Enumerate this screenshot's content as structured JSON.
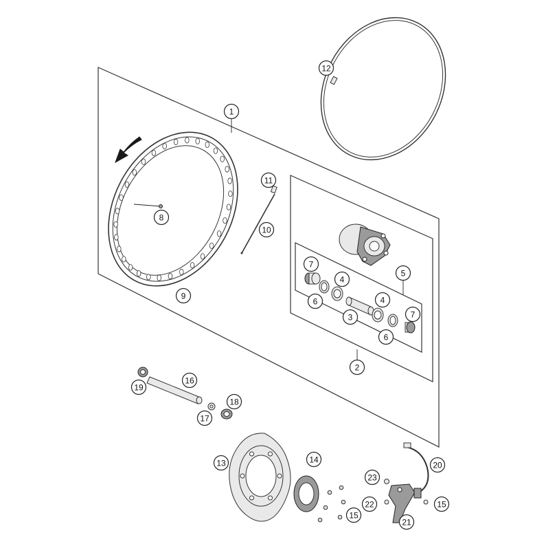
{
  "diagram": {
    "callouts": [
      {
        "id": "c1",
        "label": "1"
      },
      {
        "id": "c2",
        "label": "2"
      },
      {
        "id": "c3",
        "label": "3"
      },
      {
        "id": "c4a",
        "label": "4"
      },
      {
        "id": "c4b",
        "label": "4"
      },
      {
        "id": "c5",
        "label": "5"
      },
      {
        "id": "c6a",
        "label": "6"
      },
      {
        "id": "c6b",
        "label": "6"
      },
      {
        "id": "c7a",
        "label": "7"
      },
      {
        "id": "c7b",
        "label": "7"
      },
      {
        "id": "c8",
        "label": "8"
      },
      {
        "id": "c9",
        "label": "9"
      },
      {
        "id": "c10",
        "label": "10"
      },
      {
        "id": "c11",
        "label": "11"
      },
      {
        "id": "c12",
        "label": "12"
      },
      {
        "id": "c13",
        "label": "13"
      },
      {
        "id": "c14",
        "label": "14"
      },
      {
        "id": "c15a",
        "label": "15"
      },
      {
        "id": "c15b",
        "label": "15"
      },
      {
        "id": "c16",
        "label": "16"
      },
      {
        "id": "c17",
        "label": "17"
      },
      {
        "id": "c18",
        "label": "18"
      },
      {
        "id": "c19",
        "label": "19"
      },
      {
        "id": "c20",
        "label": "20"
      },
      {
        "id": "c21",
        "label": "21"
      },
      {
        "id": "c22",
        "label": "22"
      },
      {
        "id": "c23",
        "label": "23"
      }
    ]
  }
}
